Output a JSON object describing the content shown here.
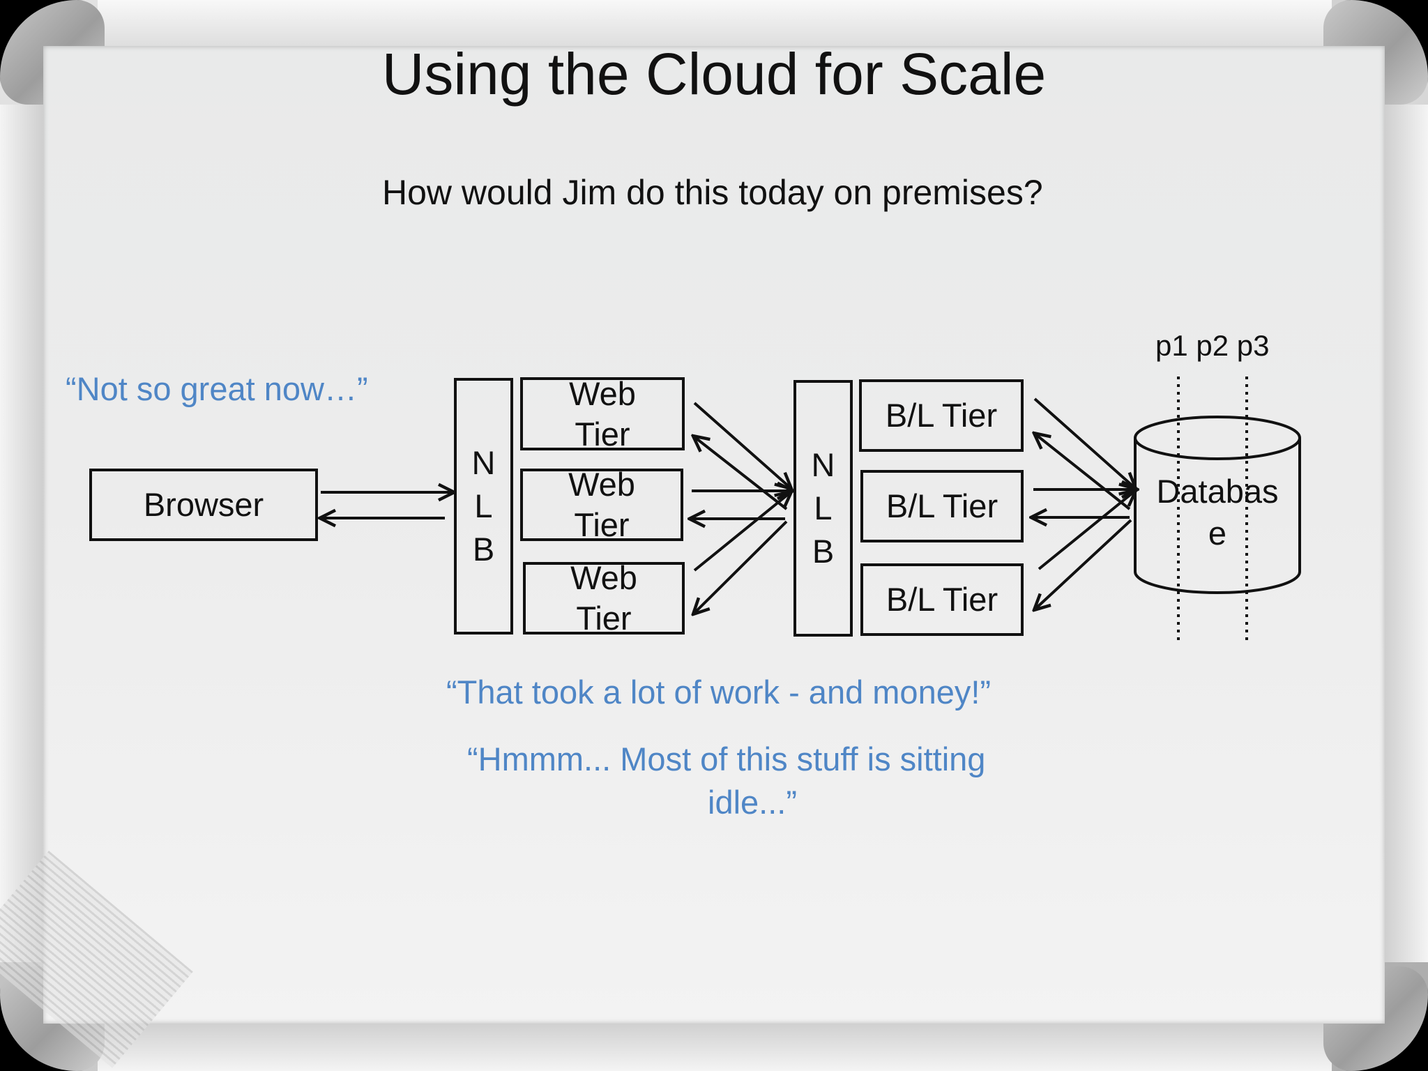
{
  "slide": {
    "title": "Using the Cloud for Scale",
    "subtitle": "How would Jim do this today on premises?"
  },
  "quotes": {
    "not_so_great": "“Not so great now…”",
    "lot_of_work": "“That took a lot of work - and money!”",
    "idle_line1": "“Hmmm...  Most of this stuff is sitting",
    "idle_line2": "idle...”"
  },
  "diagram": {
    "browser": "Browser",
    "nlb1": [
      "N",
      "L",
      "B"
    ],
    "nlb2": [
      "N",
      "L",
      "B"
    ],
    "web_tiers": [
      [
        "Web",
        "Tier"
      ],
      [
        "Web",
        "Tier"
      ],
      [
        "Web",
        "Tier"
      ]
    ],
    "bl_tiers": [
      "B/L Tier",
      "B/L Tier",
      "B/L Tier"
    ],
    "database": [
      "Databas",
      "e"
    ],
    "partitions": "p1 p2 p3"
  }
}
